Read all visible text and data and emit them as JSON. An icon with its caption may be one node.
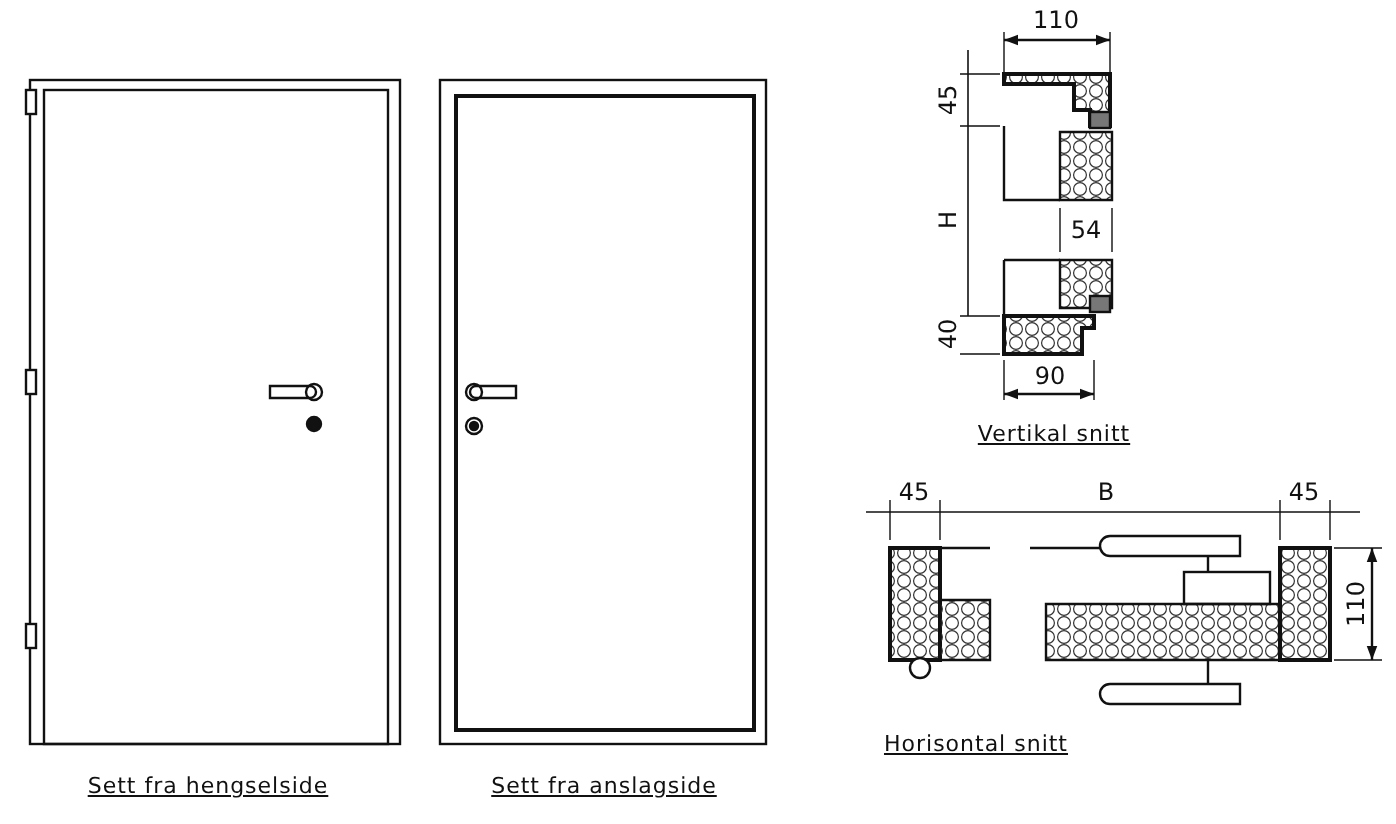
{
  "diagram": {
    "labels": [
      "110",
      "45",
      "H",
      "54",
      "40",
      "90",
      "Vertikal snitt",
      "45",
      "B",
      "45",
      "110",
      "Horisontal snitt",
      "Sett fra hengselside",
      "Sett fra anslagside"
    ]
  }
}
